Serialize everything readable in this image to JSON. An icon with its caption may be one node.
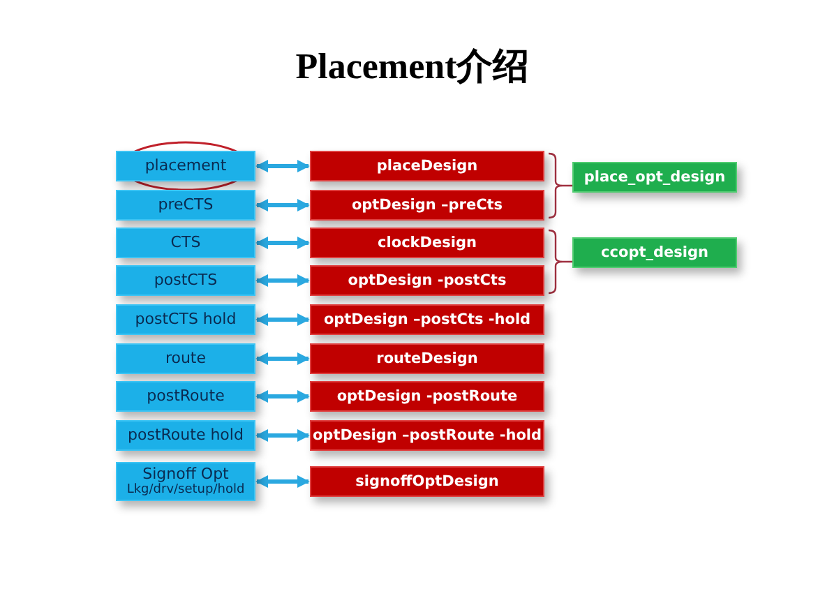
{
  "diagram": {
    "title": "Placement介绍",
    "nodes": [
      {
        "text": [
          "placement"
        ]
      },
      {
        "text": [
          "preCTS"
        ]
      },
      {
        "text": [
          "CTS"
        ]
      },
      {
        "text": [
          "postCTS"
        ]
      },
      {
        "text": [
          "postCTS hold"
        ]
      },
      {
        "text": [
          "route"
        ]
      },
      {
        "text": [
          "postRoute"
        ]
      },
      {
        "text": [
          "postRoute hold"
        ]
      },
      {
        "text": [
          "Signoff Opt",
          "Lkg/drv/setup/hold"
        ]
      },
      {
        "text": [
          "placeDesign"
        ]
      },
      {
        "text": [
          "optDesign –preCts"
        ]
      },
      {
        "text": [
          "clockDesign"
        ]
      },
      {
        "text": [
          "optDesign -postCts"
        ]
      },
      {
        "text": [
          "optDesign –postCts -hold"
        ]
      },
      {
        "text": [
          "routeDesign"
        ]
      },
      {
        "text": [
          "optDesign -postRoute"
        ]
      },
      {
        "text": [
          "optDesign –postRoute -hold"
        ]
      },
      {
        "text": [
          "signoffOptDesign"
        ]
      },
      {
        "text": [
          "place_opt_design"
        ]
      },
      {
        "text": [
          "ccopt_design"
        ]
      }
    ],
    "edges": [
      {
        "from": 0,
        "to": 9,
        "arrow": "both"
      },
      {
        "from": 1,
        "to": 10,
        "arrow": "both"
      },
      {
        "from": 2,
        "to": 11,
        "arrow": "both"
      },
      {
        "from": 3,
        "to": 12,
        "arrow": "both"
      },
      {
        "from": 4,
        "to": 13,
        "arrow": "both"
      },
      {
        "from": 5,
        "to": 14,
        "arrow": "both"
      },
      {
        "from": 6,
        "to": 15,
        "arrow": "both"
      },
      {
        "from": 7,
        "to": 16,
        "arrow": "both"
      },
      {
        "from": 8,
        "to": 17,
        "arrow": "both"
      }
    ]
  }
}
